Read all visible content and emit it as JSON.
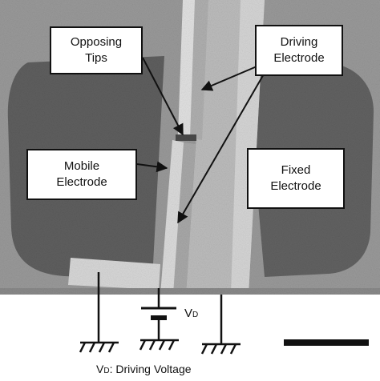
{
  "labels": {
    "opposing_tips": "Opposing\nTips",
    "driving_electrode": "Driving\nElectrode",
    "mobile_electrode": "Mobile\nElectrode",
    "fixed_electrode": "Fixed\nElectrode"
  },
  "circuit": {
    "vd_main": "V",
    "vd_sub": "D",
    "legend_main": "V",
    "legend_sub": "D",
    "legend_rest": ":  Driving Voltage"
  },
  "colors": {
    "sem_background": "#8f8f8f",
    "sem_recess": "#5c5c5c",
    "structure_light": "#d9d9d9",
    "lines": "#111111"
  }
}
